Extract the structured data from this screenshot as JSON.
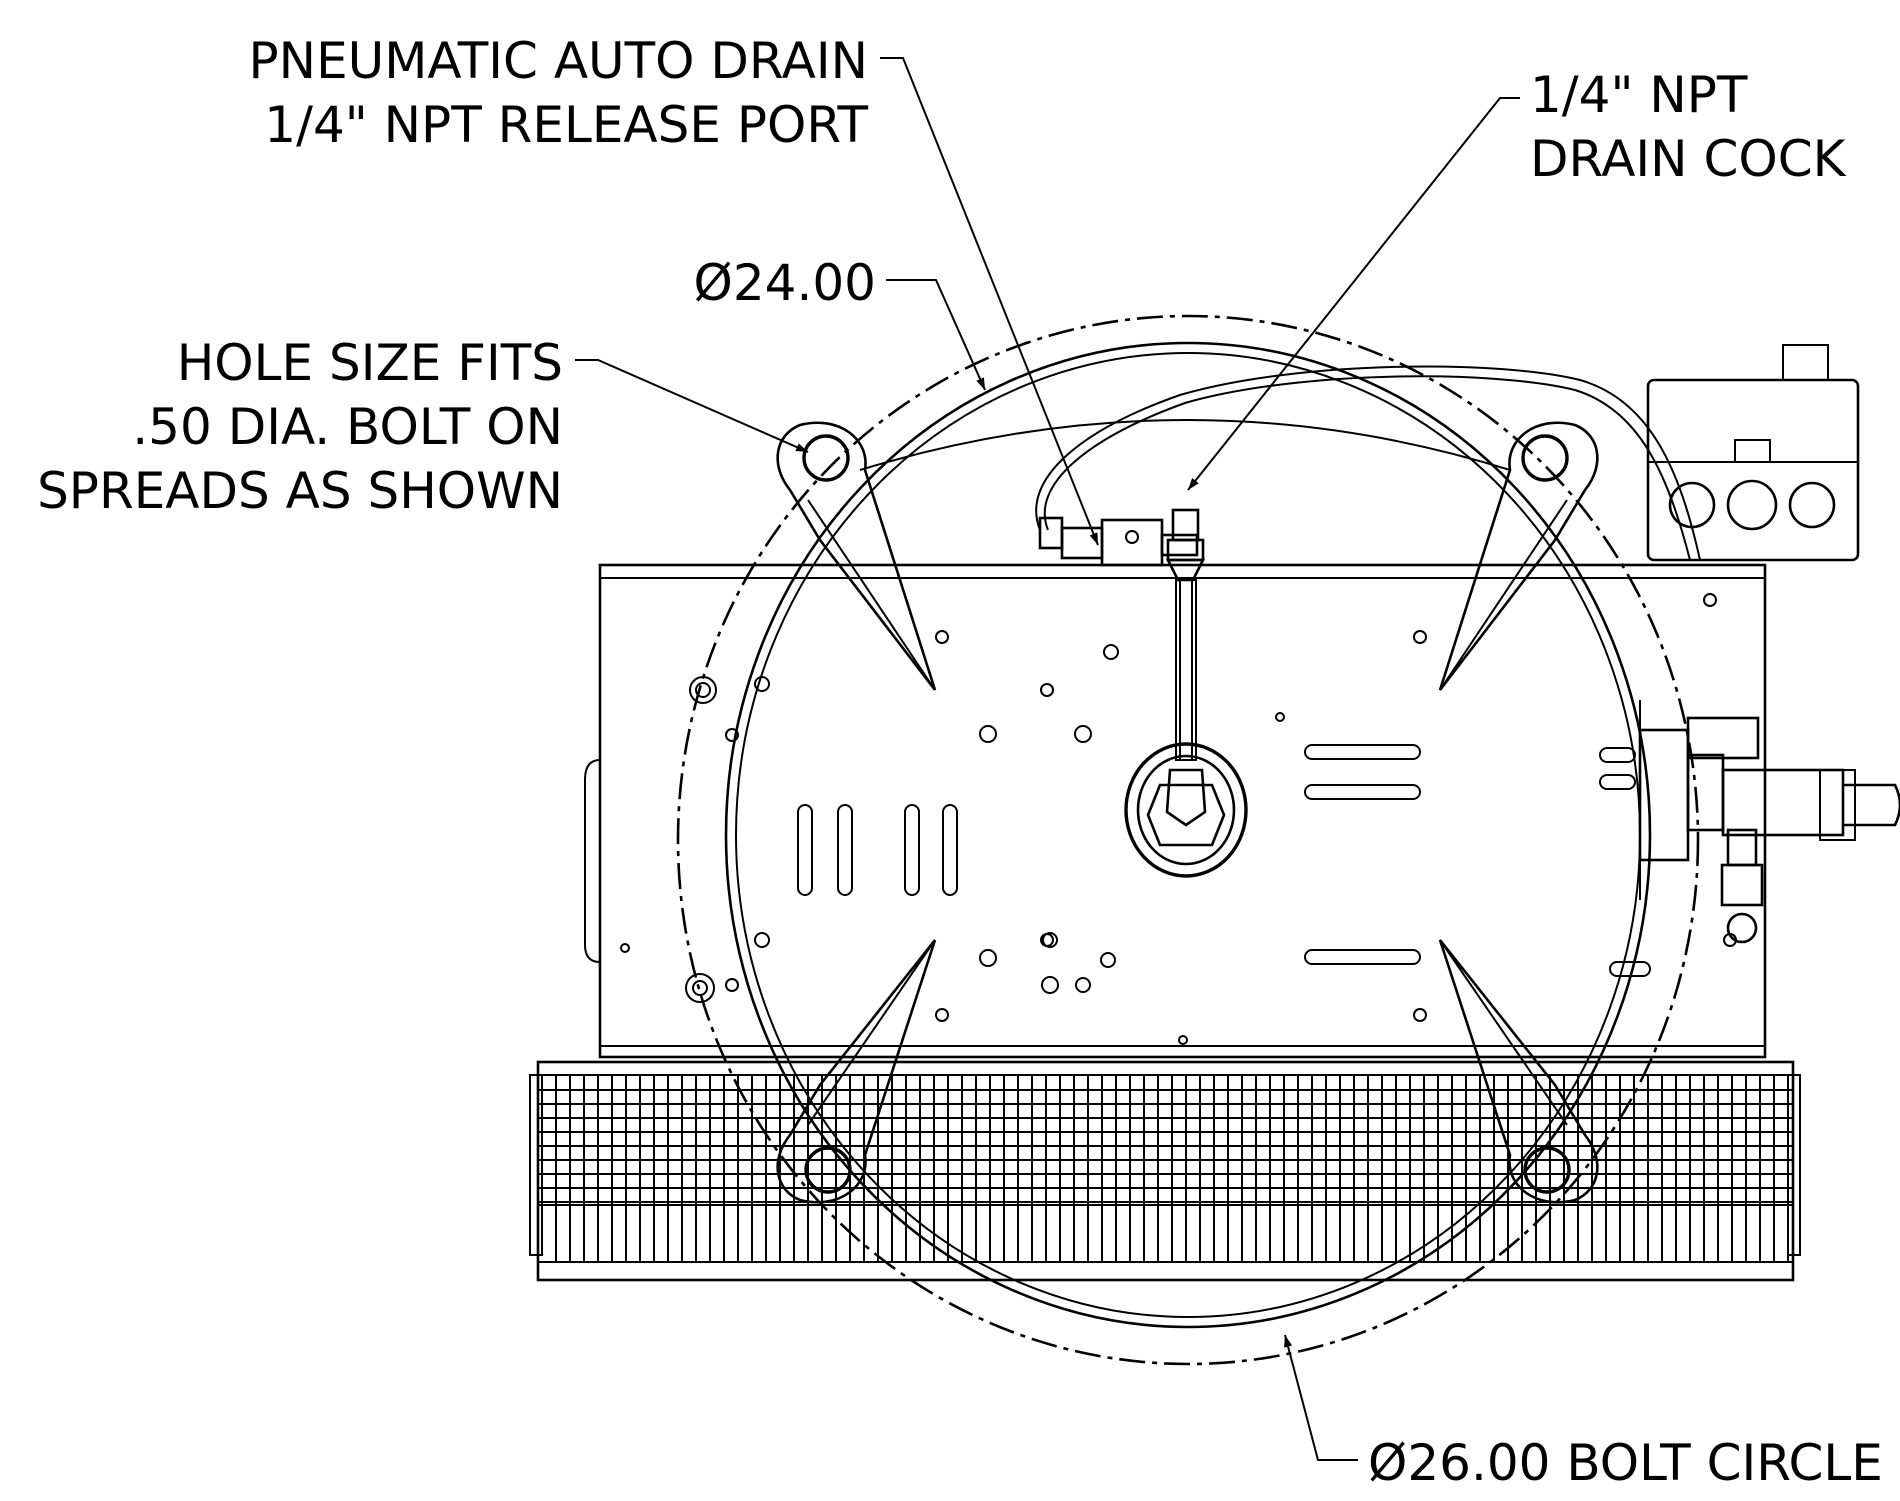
{
  "callouts": {
    "auto_drain_line1": "PNEUMATIC AUTO DRAIN",
    "auto_drain_line2": "1/4\" NPT RELEASE PORT",
    "drain_cock_line1": "1/4\" NPT",
    "drain_cock_line2": "DRAIN COCK",
    "diameter_24": "Ø24.00",
    "hole_size_line1": "HOLE SIZE FITS",
    "hole_size_line2": ".50 DIA. BOLT ON",
    "hole_size_line3": "SPREADS AS SHOWN",
    "bolt_circle": "Ø26.00 BOLT CIRCLE"
  },
  "colors": {
    "line": "#000000",
    "background": "#ffffff"
  }
}
